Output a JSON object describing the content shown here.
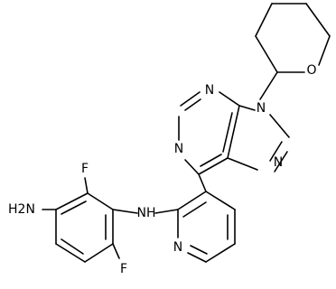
{
  "molecule": {
    "atoms": [
      {
        "id": "O_thp",
        "label": "O"
      },
      {
        "id": "N9",
        "label": "N"
      },
      {
        "id": "N3",
        "label": "N"
      },
      {
        "id": "N1",
        "label": "N"
      },
      {
        "id": "N7",
        "label": "N"
      },
      {
        "id": "N_py",
        "label": "N"
      },
      {
        "id": "N_amine",
        "label": "NH"
      },
      {
        "id": "NH2",
        "label": "H2N"
      },
      {
        "id": "F2",
        "label": "F"
      },
      {
        "id": "F6",
        "label": "F"
      }
    ],
    "colors": {
      "bond": "#000000",
      "label": "#000000",
      "background": "#ffffff"
    }
  }
}
